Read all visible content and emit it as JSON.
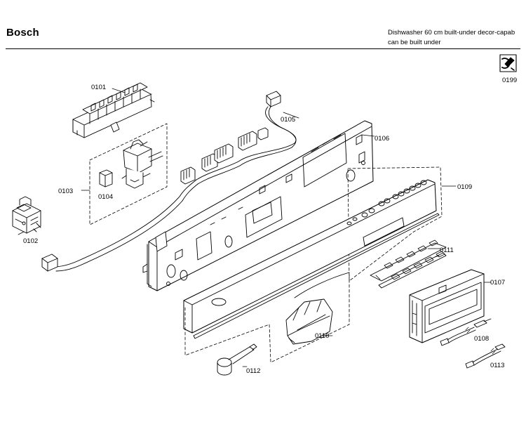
{
  "header": {
    "brand": "Bosch",
    "title_line1": "Dishwasher 60 cm built-under decor-capab",
    "title_line2": "can be built under"
  },
  "parts": {
    "p0101": "0101",
    "p0102": "0102",
    "p0103": "0103",
    "p0104": "0104",
    "p0105": "0105",
    "p0106": "0106",
    "p0107": "0107",
    "p0108": "0108",
    "p0109": "0109",
    "p0110": "0110",
    "p0111": "0111",
    "p0112": "0112",
    "p0113": "0113",
    "p0199": "0199"
  },
  "icons": {
    "service": "service-manual-icon"
  }
}
